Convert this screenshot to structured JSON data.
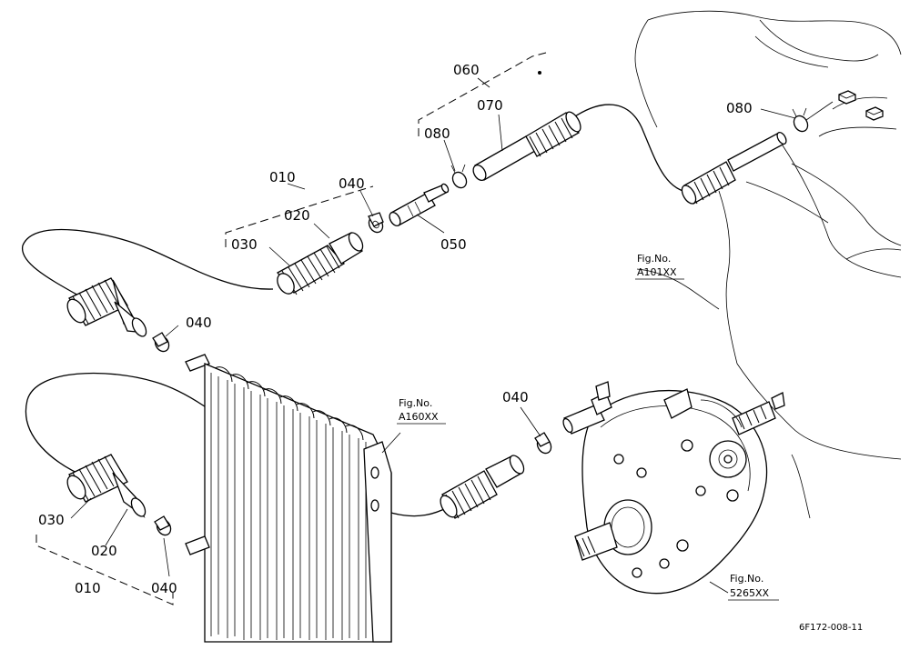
{
  "callouts": {
    "top_010": "010",
    "top_020": "020",
    "top_030": "030",
    "top_040": "040",
    "top_050": "050",
    "top_060": "060",
    "top_070": "070",
    "top_080_left": "080",
    "top_080_right": "080",
    "mid_040": "040",
    "lower_040_right": "040",
    "bot_030": "030",
    "bot_020": "020",
    "bot_010": "010",
    "bot_040": "040"
  },
  "references": {
    "fig_label_a101": "Fig.No.",
    "fig_code_a101": "A101XX",
    "fig_label_a160": "Fig.No.",
    "fig_code_a160": "A160XX",
    "fig_label_5265": "Fig.No.",
    "fig_code_5265": "5265XX"
  },
  "drawing_code": "6F172-008-11"
}
